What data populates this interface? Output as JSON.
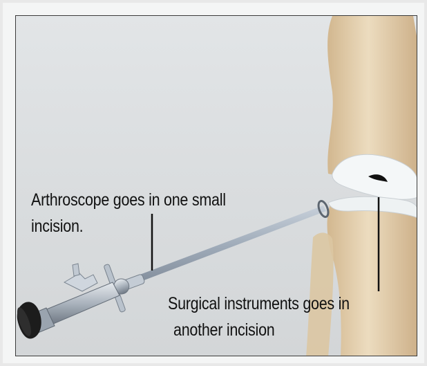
{
  "labels": {
    "arthroscope_line1": "Arthroscope goes in one small",
    "arthroscope_line2": "incision.",
    "instruments_line1": "Surgical instruments goes in",
    "instruments_line2": "another incision"
  },
  "colors": {
    "background": "#d9dcde",
    "bone": "#e3cfad",
    "cartilage": "#f2f5f6",
    "instrument": "#a9b4c2",
    "pointer": "#111111"
  }
}
